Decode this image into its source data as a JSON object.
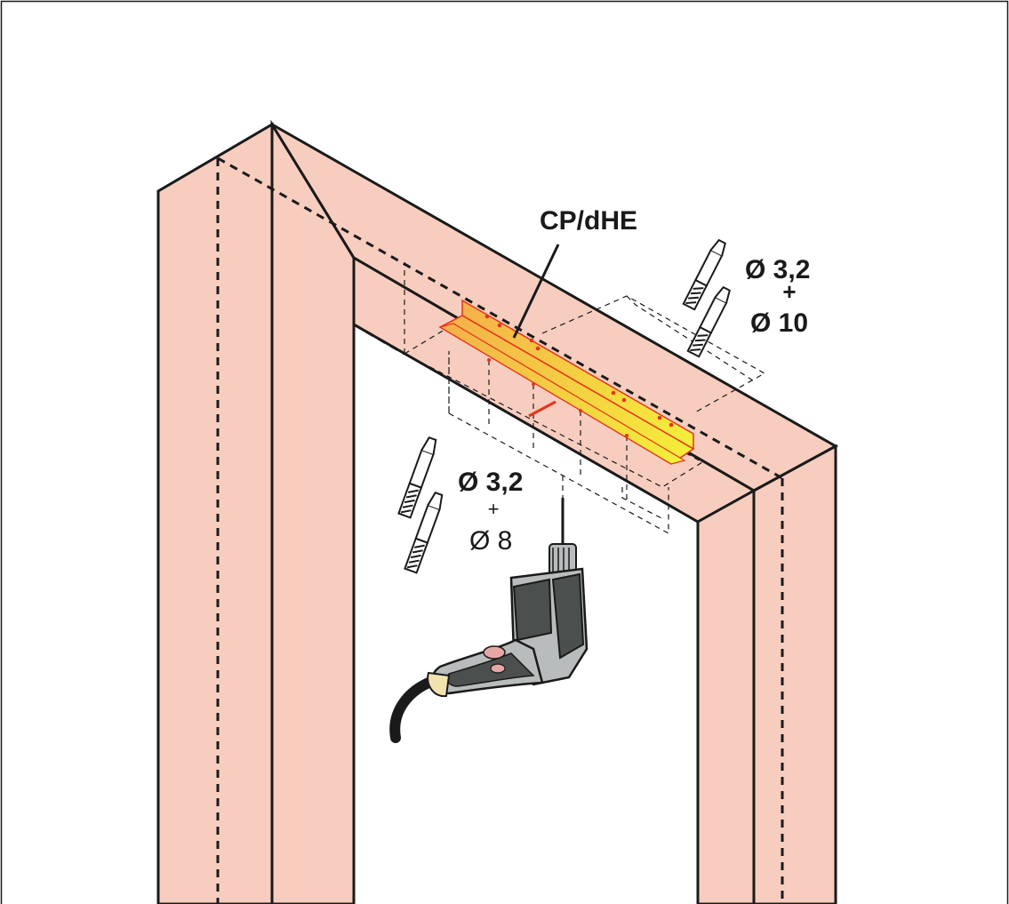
{
  "colors": {
    "frame_fill": "#f7cdbf",
    "outline": "#1a1a1a",
    "bracket_fill_start": "#f4b04a",
    "bracket_fill_end": "#f5f03a",
    "bracket_edge": "#e5331b",
    "drill_dark": "#4b4f4e",
    "drill_light": "#b9bcbc",
    "drill_accent": "#e7a6a6",
    "drill_grip": "#f1e2b0"
  },
  "labels": {
    "part": "CP/dHE",
    "top_screw_diameter": "Ø 3,2",
    "top_plus": "+",
    "top_plug_diameter": "Ø 10",
    "bottom_screw_diameter": "Ø 3,2",
    "bottom_plus": "+",
    "bottom_plug_diameter": "Ø 8"
  },
  "icons": {
    "top_fasteners": "screw-and-plug-icon",
    "bottom_fasteners": "screw-and-plug-icon",
    "tool": "power-drill-icon"
  }
}
